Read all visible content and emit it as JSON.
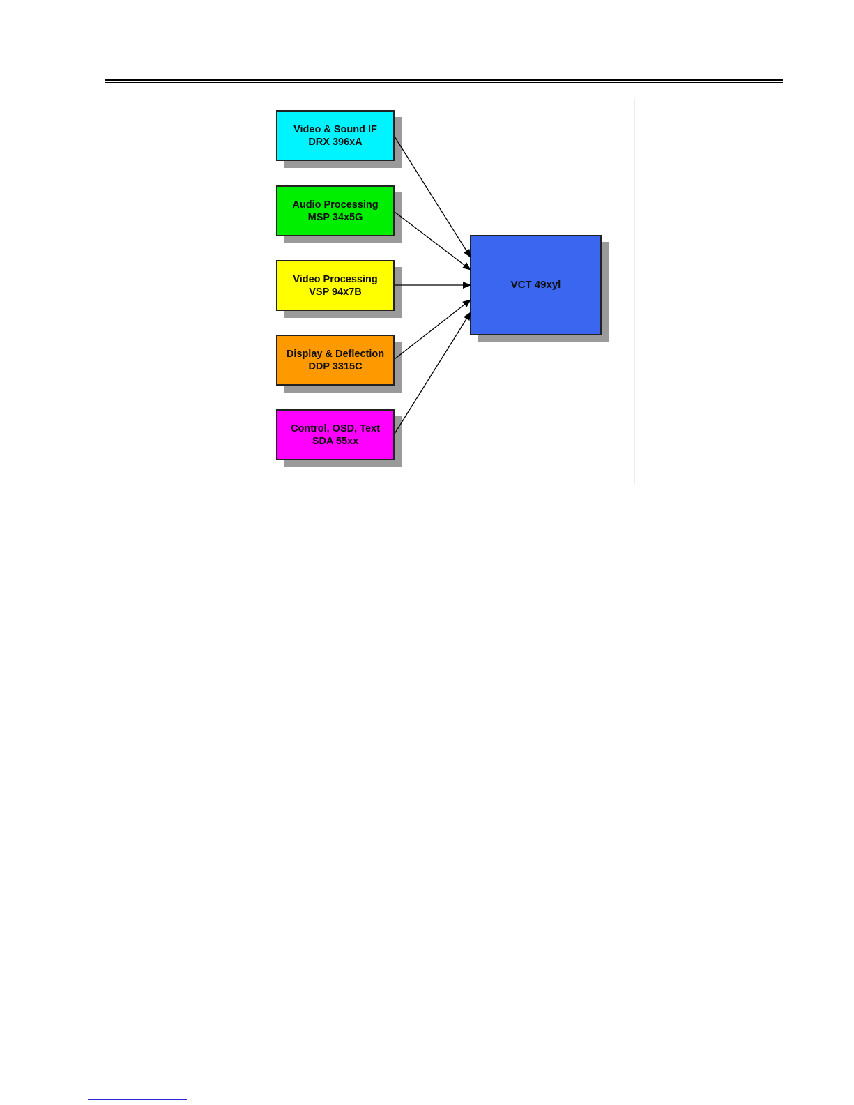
{
  "diagram": {
    "blocks": [
      {
        "id": "if",
        "line1": "Video  & Sound IF",
        "line2": "DRX 396xA",
        "color": "#00f4ff"
      },
      {
        "id": "audio",
        "line1": "Audio Processing",
        "line2": "MSP 34x5G",
        "color": "#00ee00"
      },
      {
        "id": "video",
        "line1": "Video Processing",
        "line2": "VSP 94x7B",
        "color": "#ffff00"
      },
      {
        "id": "display",
        "line1": "Display & Deflection",
        "line2": "DDP 3315C",
        "color": "#ff9900"
      },
      {
        "id": "control",
        "line1": "Control, OSD, Text",
        "line2": "SDA 55xx",
        "color": "#ff00ff"
      }
    ],
    "target": {
      "label": "VCT 49xyl",
      "color": "#3a66f0"
    },
    "edges": [
      {
        "from": "if",
        "to": "target"
      },
      {
        "from": "audio",
        "to": "target"
      },
      {
        "from": "video",
        "to": "target"
      },
      {
        "from": "display",
        "to": "target"
      },
      {
        "from": "control",
        "to": "target"
      }
    ]
  }
}
